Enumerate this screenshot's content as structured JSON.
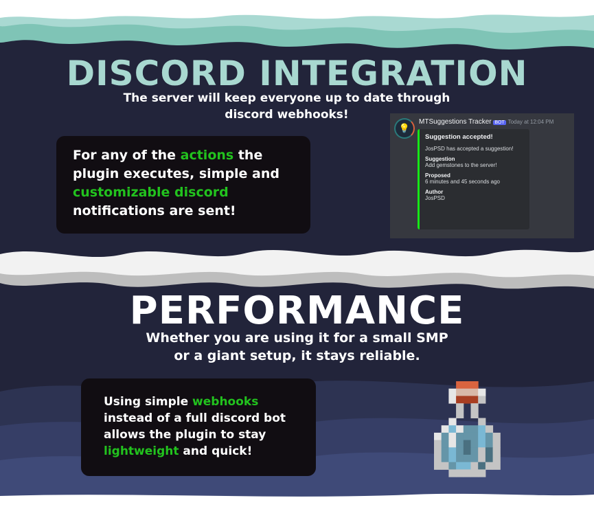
{
  "discord_section": {
    "title": "DISCORD INTEGRATION",
    "subtitle_line1": "The server will keep everyone up to date through",
    "subtitle_line2": "discord webhooks!",
    "box": {
      "t1": "For any of the ",
      "h1": "actions",
      "t2": " the plugin executes, simple and ",
      "h2": "customizable discord",
      "t3": " notifications are sent!"
    }
  },
  "discord_message": {
    "bot_name": "MTSuggestions Tracker",
    "bot_badge": "BOT",
    "timestamp": "Today at 12:04 PM",
    "embed_title": "Suggestion accepted!",
    "embed_description": "JosPSD has accepted a suggestion!",
    "fields": [
      {
        "name": "Suggestion",
        "value": "Add gemstones to the server!"
      },
      {
        "name": "Proposed",
        "value": "6 minutes and 45 seconds ago"
      },
      {
        "name": "Author",
        "value": "JosPSD"
      }
    ],
    "embed_color": "#17e817"
  },
  "performance_section": {
    "title": "PERFORMANCE",
    "subtitle_line1": "Whether you are using it for a small SMP",
    "subtitle_line2": "or a giant setup, it stays reliable.",
    "box": {
      "t1": "Using simple ",
      "h1": "webhooks",
      "t2": " instead of a full discord bot allows the plugin to stay ",
      "h2": "lightweight",
      "t3": " and quick!"
    }
  },
  "colors": {
    "accent_green": "#22c21e",
    "title_teal": "#a8d8d0",
    "background": "#22243a"
  }
}
